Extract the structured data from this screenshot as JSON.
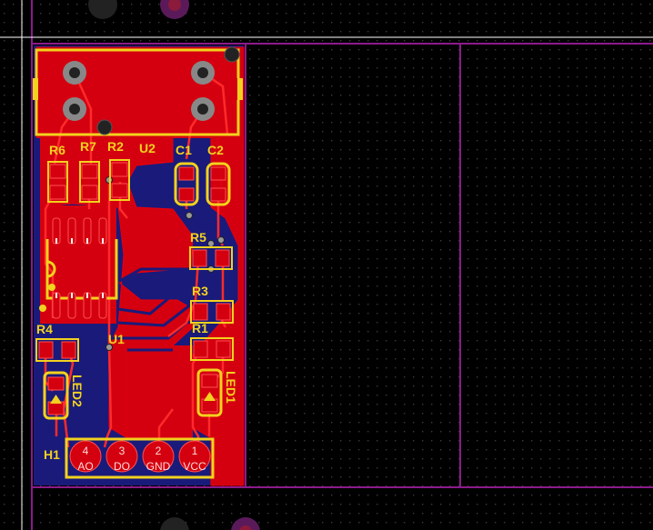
{
  "colors": {
    "background": "#000000",
    "grid_dot": "#3a3a3a",
    "board_outline": "#8c1a8c",
    "top_copper": "#d4000f",
    "bottom_copper": "#1a1a7a",
    "silkscreen": "#f2d21e",
    "via": "#222222",
    "cursor": "#ffffff"
  },
  "designators": {
    "r6": "R6",
    "r7": "R7",
    "r2": "R2",
    "u2": "U2",
    "c1": "C1",
    "c2": "C2",
    "r5": "R5",
    "r3": "R3",
    "r1": "R1",
    "r4": "R4",
    "u1": "U1",
    "led1": "LED1",
    "led2": "LED2",
    "h1": "H1"
  },
  "header_pins": [
    {
      "number": "4",
      "name": "AO"
    },
    {
      "number": "3",
      "name": "DO"
    },
    {
      "number": "2",
      "name": "GND"
    },
    {
      "number": "1",
      "name": "VCC"
    }
  ]
}
